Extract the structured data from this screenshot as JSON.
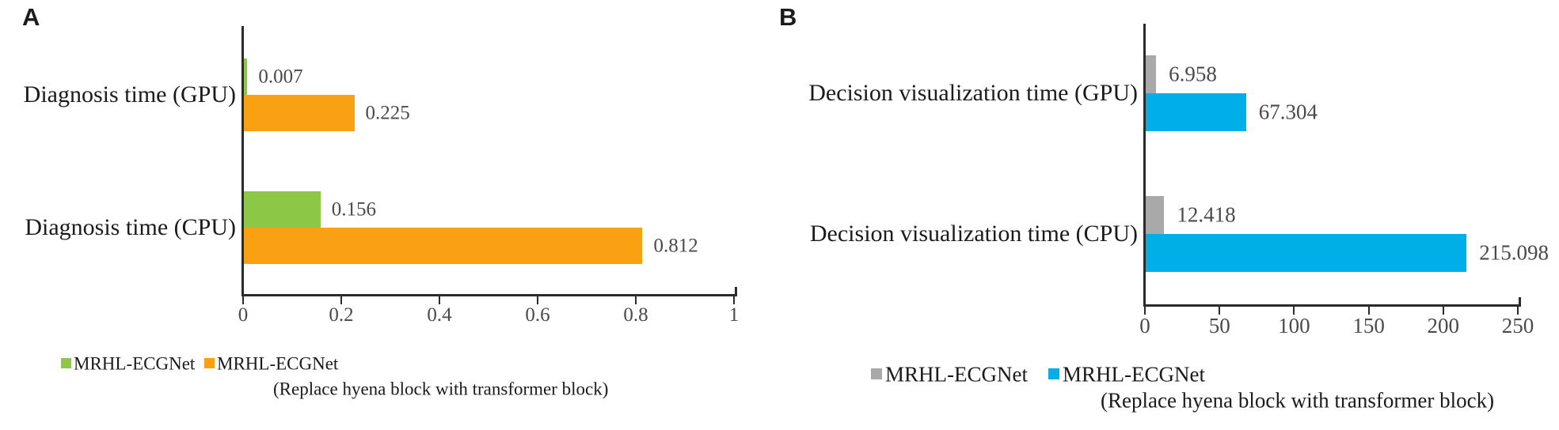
{
  "panels": [
    {
      "letter": "A"
    },
    {
      "letter": "B"
    }
  ],
  "colors": {
    "background": "#ffffff",
    "axis": "#2b2b2b",
    "tick_label": "#4a4a4a",
    "value_label": "#4a4a4a",
    "category_label": "#1b1b1b",
    "legend_label": "#1b1b1b",
    "green": "#8CC846",
    "orange": "#F9A013",
    "gray": "#A9A9A9",
    "blue": "#00AEE8"
  },
  "chart_data": [
    {
      "panel": "A",
      "type": "bar",
      "orientation": "horizontal",
      "title": "",
      "xlabel": "",
      "ylabel": "",
      "grid": false,
      "legend_position": "bottom",
      "categories": [
        "Diagnosis time (GPU)",
        "Diagnosis time (CPU)"
      ],
      "series": [
        {
          "name": "MRHL-ECGNet",
          "color": "#8CC846",
          "values": [
            0.007,
            0.156
          ],
          "value_labels": [
            "0.007",
            "0.156"
          ]
        },
        {
          "name": "MRHL-ECGNet (Replace hyena block with transformer block)",
          "color": "#F9A013",
          "values": [
            0.225,
            0.812
          ],
          "value_labels": [
            "0.225",
            "0.812"
          ]
        }
      ],
      "xlim": [
        0,
        1
      ],
      "xticks": [
        0,
        0.2,
        0.4,
        0.6,
        0.8,
        1
      ],
      "xtick_labels": [
        "0",
        "0.2",
        "0.4",
        "0.6",
        "0.8",
        "1"
      ],
      "legend": [
        {
          "label": "MRHL-ECGNet"
        },
        {
          "label": "MRHL-ECGNet",
          "label_line2": "(Replace hyena block with transformer block)"
        }
      ]
    },
    {
      "panel": "B",
      "type": "bar",
      "orientation": "horizontal",
      "title": "",
      "xlabel": "",
      "ylabel": "",
      "grid": false,
      "legend_position": "bottom",
      "categories": [
        "Decision visualization time (GPU)",
        "Decision visualization time (CPU)"
      ],
      "series": [
        {
          "name": "MRHL-ECGNet",
          "color": "#A9A9A9",
          "values": [
            6.958,
            12.418
          ],
          "value_labels": [
            "6.958",
            "12.418"
          ]
        },
        {
          "name": "MRHL-ECGNet (Replace hyena block with transformer block)",
          "color": "#00AEE8",
          "values": [
            67.304,
            215.098
          ],
          "value_labels": [
            "67.304",
            "215.098"
          ]
        }
      ],
      "xlim": [
        0,
        250
      ],
      "xticks": [
        0,
        50,
        100,
        150,
        200,
        250
      ],
      "xtick_labels": [
        "0",
        "50",
        "100",
        "150",
        "200",
        "250"
      ],
      "legend": [
        {
          "label": "MRHL-ECGNet"
        },
        {
          "label": "MRHL-ECGNet",
          "label_line2": "(Replace hyena block with transformer block)"
        }
      ]
    }
  ]
}
